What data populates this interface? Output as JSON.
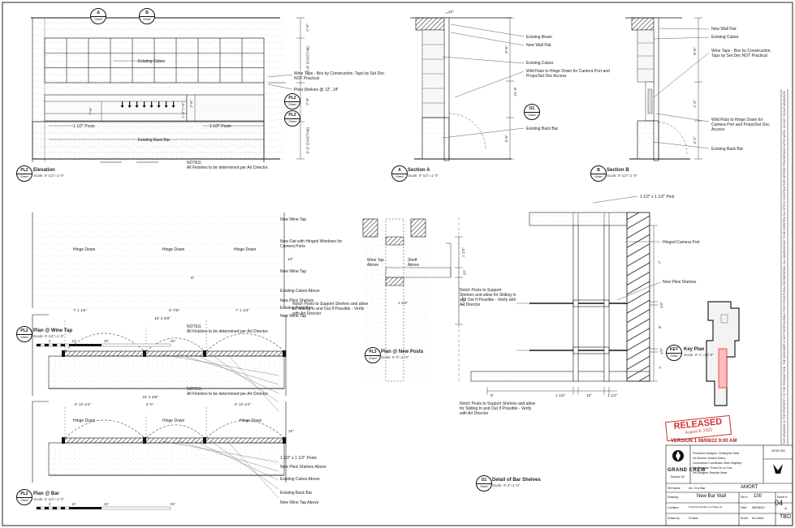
{
  "drawings": {
    "elevation": {
      "tag": "PL2",
      "tag_sheet": "Sheet",
      "title": "Elevation",
      "scale": "Scale: 0'-1/2\"=1'-0\"",
      "notes_title": "NOTES:",
      "notes": "All Finishes to be determined  per Art Director.",
      "callouts": {
        "cubes": "Existing Cubes",
        "wine_taps": "Wine Taps - Box by Construction, Taps by Set Dec NOT Practical",
        "plexi": "Plexi Shelves @ 12\", 24\"",
        "post_l": "1 1/2\" Posts",
        "post_r": "1 1/2\" Posts",
        "back_bar": "Existing Back Bar"
      },
      "dims": [
        "2'-6\"",
        "6'-9\" EXISTING",
        "2'-6\"",
        "3'-3\" EXISTING",
        "7'-6\"",
        "1'-0\"",
        "1'-0\"",
        "2'-6\""
      ],
      "tags": [
        {
          "top": "A",
          "bot": "Sheet"
        },
        {
          "top": "B",
          "bot": "Sheet"
        },
        {
          "top": "PL2",
          "bot": "Sheet"
        },
        {
          "top": "PL3",
          "bot": "Sheet"
        }
      ]
    },
    "section_a": {
      "tag": "A",
      "tag_sheet": "Sheet",
      "title": "Section A",
      "scale": "Scale: 0'-1/2\"=1'-0\"",
      "callouts": [
        "Existing Beam",
        "New Wall Flat",
        "Existing Cubes",
        "Wild Flats to Hinge Down for Camera Port and Props/Set Dec Access",
        "Existing Back Bar"
      ],
      "dims": [
        "10\"",
        "9'-6\"",
        "12'-0\"",
        "3'-6\""
      ],
      "tag_o1": {
        "top": "O1",
        "bot": "Sheet"
      }
    },
    "section_b": {
      "tag": "B",
      "tag_sheet": "Sheet",
      "title": "Section B",
      "scale": "Scale: 0'-1/2\"=1'-0\"",
      "callouts": [
        "New Wall Flat",
        "Existing Cubes",
        "Wine Taps - Box by Construction, Taps by Set Dec NOT Practical",
        "Wild Flats to Hinge Down for Camera Port and Props/Set Dec Access",
        "Existing Back Bar"
      ],
      "dims": [
        "8'-6\"",
        "1'-0\"",
        "4'-2\""
      ]
    },
    "plan_wine_tap": {
      "tag": "PL2",
      "tag_sheet": "Sheet",
      "title": "Plan @ Wine Tap",
      "scale": "Scale: 0'-1/2\"=1'-0\"",
      "notes_title": "NOTES:",
      "notes": "All Finishes to be determined  per Art Director.",
      "hinge_labels": [
        "Hinge Down",
        "Hinge Down",
        "Hinge Down"
      ],
      "callouts": [
        "New Wine Tap",
        "New Flat with Hinged Windows for Camera Ports",
        "New Wine Tap",
        "Existing Cubes Above",
        "New Plexi Shelves",
        "Existing Back Bar",
        "New Wine Tap"
      ],
      "dims": [
        "7' 1 1/4\"",
        "5' 7/8\"",
        "7' 1 1/4\"",
        "19' 3 3/8\"",
        "10\"",
        "8\""
      ],
      "bar_scale": [
        "0",
        "10'",
        "20'",
        "50'"
      ]
    },
    "plan_bar": {
      "tag": "PL2",
      "tag_sheet": "Sheet",
      "title": "Plan @ Bar",
      "scale": "Scale: 0'-1/2\"=1'-0\"",
      "notes_title": "NOTES:",
      "notes": "All Finishes to be determined  per Art Director.",
      "hinge_labels": [
        "Hinge Down",
        "Hinge Down",
        "Hinge Down"
      ],
      "callouts": [
        "1 1/2\" x 1 1/2\" Posts",
        "New Plexi Shelves Above",
        "Existing Cubes Above",
        "Existing Back Bar",
        "New Wine Tap Above"
      ],
      "dims": [
        "19' 3 3/8\"",
        "6' 10 1/4\"",
        "5' 0\"",
        "6' 10 1/4\"",
        "10\""
      ],
      "bar_scale": [
        "0",
        "10'",
        "20'",
        "50'"
      ]
    },
    "plan_posts": {
      "tag": "PL3",
      "tag_sheet": "Sheet",
      "title": "Plan @ New Posts",
      "scale": "Scale: 0'-3\"=1'-0\"",
      "labels": [
        "Wine Tap Above",
        "Shelf Above"
      ],
      "note": "Notch Posts to Support Shelves and allow for Sliding In and Out If Possible - Verify with Art Director",
      "dims": [
        "1 1/2\"",
        "10\"",
        "1 1/2\"",
        "1 1/2\""
      ]
    },
    "detail_shelves": {
      "tag": "O1",
      "tag_sheet": "Sheet",
      "title": "Detail of Bar Shelves",
      "scale": "Scale: 0'-3\"=1'-0\"",
      "callouts": [
        "1 1/2\" x 1 1/2\" Post",
        "Hinged Camera Port",
        "New Plexi Shelves"
      ],
      "notes": [
        "Notch Posts to Support Shelves and allow for Sliding In and Out If Possible - Verify with Art Director",
        "Notch Posts to Support Shelves and allow for Sliding In and Out If Possible - Verify with Art Director"
      ],
      "dims": [
        "7\"",
        "1/2\"",
        "9\"",
        "1/2\"",
        "1'",
        "6\"",
        "1 1/2\"",
        "10\"",
        "1 1/2\""
      ]
    },
    "key_plan": {
      "tag": "KEY",
      "tag_sheet": "Sheet",
      "title": "Key Plan",
      "scale": "Scale: 0'-1\"=20'-0\""
    }
  },
  "stamp": {
    "text": "RELEASED",
    "date": "August 8, 2022"
  },
  "title_block": {
    "version": "VERSION 1  08/08/22 9:00 AM",
    "show": "GRAND CREW",
    "season": "Season 02",
    "credits": [
      "Production Designer: Christopher Desk",
      "Art Director: Jessica Sherry",
      "Construction Coordinator: Mark Knightley",
      "Set Decorator: Esme De La Cruz",
      "Set Designer: Brandon Mane"
    ],
    "badge": "IATSE 800",
    "ref": "AMORT",
    "fields": {
      "set_name_label": "Set Name:",
      "set_name": "Int. Cru Bar",
      "drawing_label": "Drawing:",
      "drawing": "New Bar Wall",
      "location_label": "Location:",
      "location": "Universal Studios Lot Stage 22",
      "drawn_by_label": "Drawn by:",
      "drawn_by": "N.Hass",
      "set_no_label": "Set #:",
      "set_no": "100",
      "date_label": "Date:",
      "date": "08/08/22",
      "sheet_label": "Sheet #:",
      "sheet": "04",
      "sheet_of": "of",
      "sheet_total": "TBD",
      "scale_label": "Scale:",
      "scale": "As Noted"
    }
  },
  "disclaimer": "THIS DRAWING IS THE PROPERTY OF THE PRODUCTION. THE DESIGNER IS NOT RESPONSIBLE FOR STRUCTURAL ENGINEERING. ALL DIMENSIONS TO BE VERIFIED ON SITE BY CONTRACTOR BEFORE PROCEEDING WITH WORK. DO NOT SCALE DRAWINGS. REPORT ANY DISCREPANCIES TO THE ART DEPARTMENT PRIOR TO FABRICATION."
}
